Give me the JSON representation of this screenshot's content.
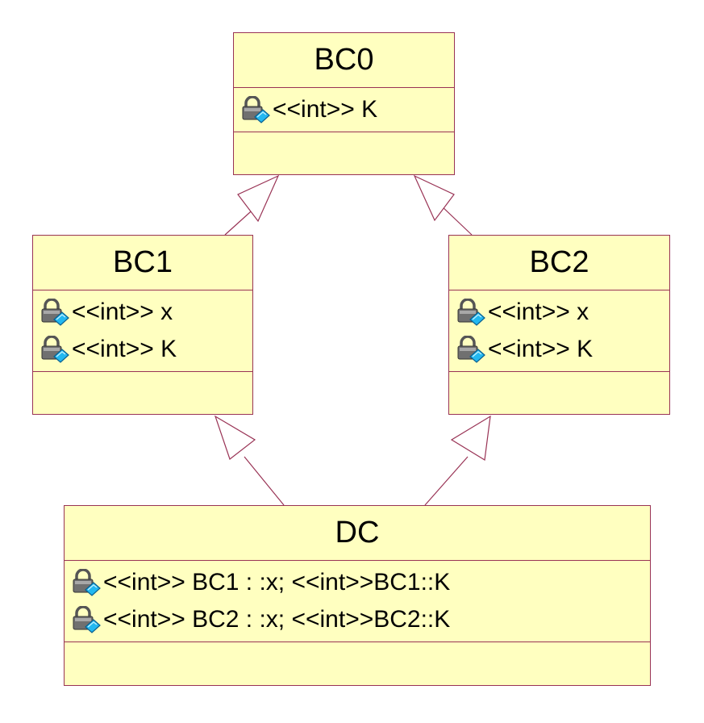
{
  "colors": {
    "fill": "#ffffc0",
    "border": "#993355"
  },
  "attribute_icon": "private-attribute-lock-icon",
  "classes": {
    "bc0": {
      "name": "BC0",
      "attributes": [
        "<<int>> K"
      ]
    },
    "bc1": {
      "name": "BC1",
      "attributes": [
        "<<int>> x",
        "<<int>> K"
      ]
    },
    "bc2": {
      "name": "BC2",
      "attributes": [
        "<<int>> x",
        "<<int>> K"
      ]
    },
    "dc": {
      "name": "DC",
      "attributes": [
        "<<int>> BC1 : :x; <<int>>BC1::K",
        "<<int>> BC2 : :x; <<int>>BC2::K"
      ]
    }
  },
  "relations": [
    {
      "type": "generalization",
      "from": "BC1",
      "to": "BC0"
    },
    {
      "type": "generalization",
      "from": "BC2",
      "to": "BC0"
    },
    {
      "type": "generalization",
      "from": "DC",
      "to": "BC1"
    },
    {
      "type": "generalization",
      "from": "DC",
      "to": "BC2"
    }
  ]
}
